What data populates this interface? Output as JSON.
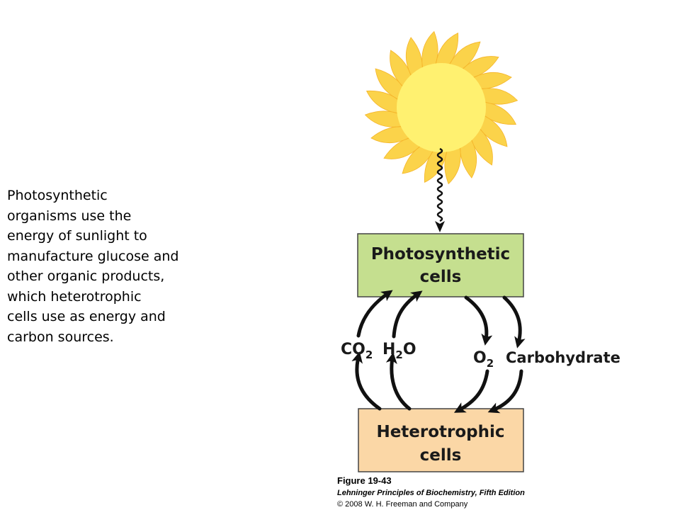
{
  "caption": "Photosynthetic\norganisms use the\nenergy of sunlight to\nmanufacture glucose and\nother organic products,\nwhich heterotrophic\ncells use as energy and\ncarbon sources.",
  "photosynthetic_box": {
    "line1": "Photosynthetic",
    "line2": "cells",
    "fill": "#c5df8f"
  },
  "heterotrophic_box": {
    "line1": "Heterotrophic",
    "line2": "cells",
    "fill": "#fbd7a6"
  },
  "molecules": {
    "co2": {
      "main": "CO",
      "sub": "2"
    },
    "h2o": {
      "main1": "H",
      "sub": "2",
      "main2": "O"
    },
    "o2": {
      "main": "O",
      "sub": "2"
    },
    "carbohydrate": "Carbohydrate"
  },
  "figure": {
    "number": "Figure 19-43",
    "book": "Lehninger Principles of Biochemistry, Fifth Edition",
    "copyright": "© 2008 W. H. Freeman and Company"
  },
  "colors": {
    "sun_rays": "#fbd34a",
    "sun_core": "#fff170",
    "arrow": "#111111"
  },
  "icons": {
    "sun": "sun-icon",
    "light_wave": "wavy-arrow-icon"
  }
}
